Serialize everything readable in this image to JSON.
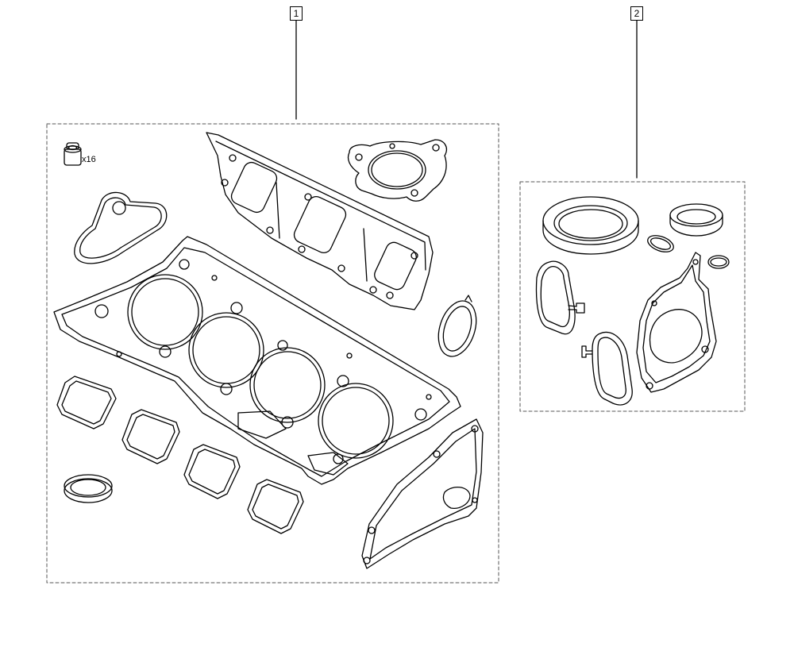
{
  "callouts": [
    {
      "id": "1",
      "label": "1"
    },
    {
      "id": "2",
      "label": "2"
    }
  ],
  "parts": {
    "valve_stem_seal_qty": "x16"
  },
  "colors": {
    "line": "#000000",
    "background": "#ffffff",
    "frame": "#555555"
  }
}
